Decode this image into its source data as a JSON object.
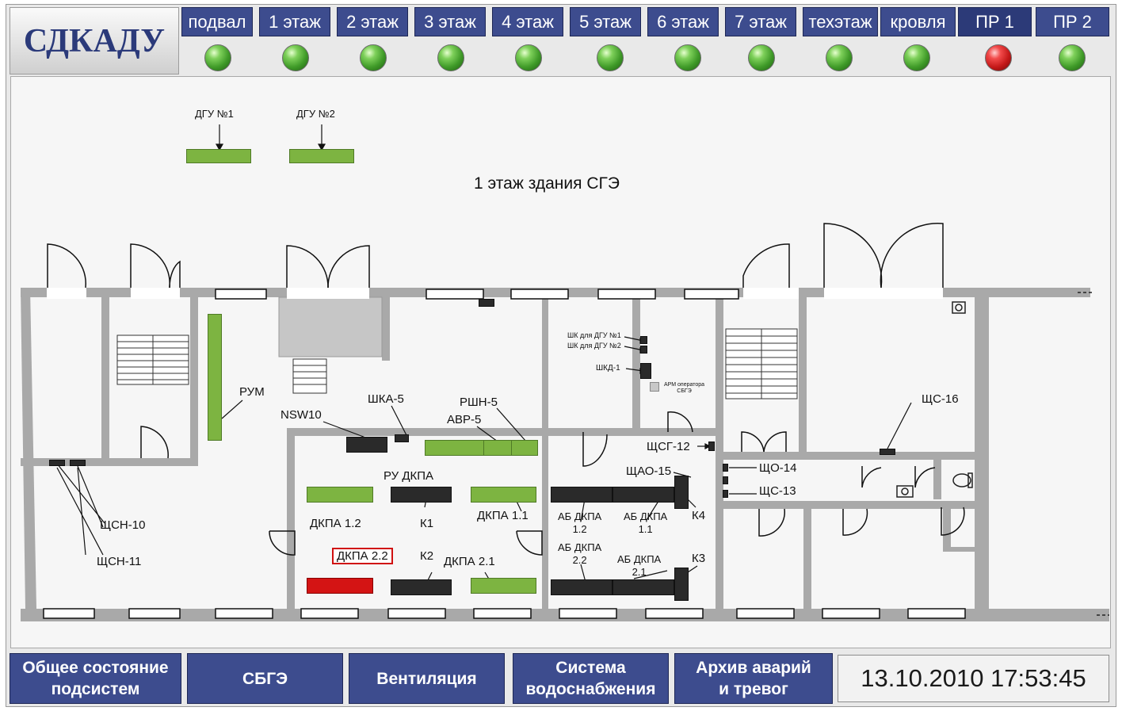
{
  "header": {
    "logo": "СДКАДУ",
    "tabs": [
      {
        "label": "подвал",
        "status": "green"
      },
      {
        "label": "1 этаж",
        "status": "green"
      },
      {
        "label": "2 этаж",
        "status": "green"
      },
      {
        "label": "3 этаж",
        "status": "green"
      },
      {
        "label": "4 этаж",
        "status": "green"
      },
      {
        "label": "5 этаж",
        "status": "green"
      },
      {
        "label": "6 этаж",
        "status": "green"
      },
      {
        "label": "7 этаж",
        "status": "green"
      },
      {
        "label": "техэтаж",
        "status": "green"
      },
      {
        "label": "кровля",
        "status": "green"
      },
      {
        "label": "ПР 1",
        "status": "red"
      },
      {
        "label": "ПР 2",
        "status": "green"
      }
    ]
  },
  "plan": {
    "title": "1 этаж здания СГЭ",
    "labels": {
      "dgu1": "ДГУ №1",
      "dgu2": "ДГУ №2",
      "rum": "РУМ",
      "nsw10": "NSW10",
      "shka5": "ШКА-5",
      "rshn5": "РШН-5",
      "avr5": "АВР-5",
      "ru_dkpa": "РУ ДКПА",
      "dkpa12": "ДКПА 1.2",
      "k1": "К1",
      "dkpa11": "ДКПА 1.1",
      "dkpa22": "ДКПА 2.2",
      "k2": "К2",
      "dkpa21": "ДКПА 2.1",
      "ab_dkpa12": "АБ ДКПА\n1.2",
      "ab_dkpa11": "АБ ДКПА\n1.1",
      "ab_dkpa22": "АБ ДКПА\n2.2",
      "ab_dkpa21": "АБ ДКПА\n2.1",
      "k4": "К4",
      "k3": "К3",
      "shcsn10": "ЩСН-10",
      "shcsn11": "ЩСН-11",
      "shk_dgu1": "ШК для ДГУ №1",
      "shk_dgu2": "ШК для ДГУ №2",
      "shkd1": "ШКД-1",
      "arm": "АРМ оператора\nСБГЭ",
      "shcg12": "ЩСГ-12",
      "shchao15": "ЩАО-15",
      "shcho14": "ЩО-14",
      "shcs13": "ЩС-13",
      "shcs16": "ЩС-16"
    },
    "device_status": {
      "dgu1": "green",
      "dgu2": "green",
      "rum": "green",
      "avr5": "green",
      "dkpa12": "green",
      "dkpa11": "green",
      "dkpa22": "red",
      "dkpa21": "green"
    }
  },
  "footer": {
    "buttons": [
      "Общее состояние\nподсистем",
      "СБГЭ",
      "Вентиляция",
      "Система\nводоснабжения",
      "Архив аварий\nи тревог"
    ],
    "datetime": "13.10.2010 17:53:45"
  },
  "colors": {
    "tab_bg": "#3d4c8e",
    "led_green": "#4faa2e",
    "led_red": "#d41818",
    "device_green": "#7db441",
    "device_black": "#2a2a2a",
    "device_red": "#d41414",
    "wall": "#a9a9a9"
  }
}
